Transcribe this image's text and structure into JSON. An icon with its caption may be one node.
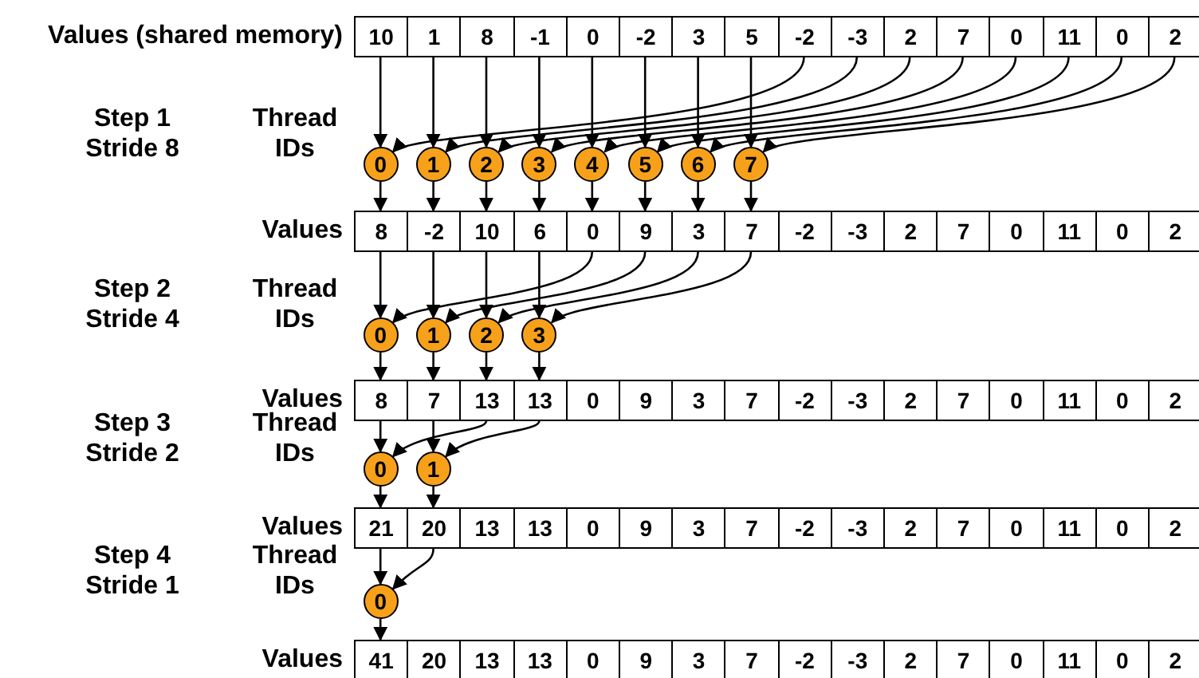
{
  "diagram": {
    "nodes": [
      {
        "text": [
          "10"
        ]
      },
      {
        "text": [
          "1"
        ]
      },
      {
        "text": [
          "8"
        ]
      },
      {
        "text": [
          "-1"
        ]
      },
      {
        "text": [
          "0"
        ]
      },
      {
        "text": [
          "-2"
        ]
      },
      {
        "text": [
          "3"
        ]
      },
      {
        "text": [
          "5"
        ]
      },
      {
        "text": [
          "-2"
        ]
      },
      {
        "text": [
          "-3"
        ]
      },
      {
        "text": [
          "2"
        ]
      },
      {
        "text": [
          "7"
        ]
      },
      {
        "text": [
          "0"
        ]
      },
      {
        "text": [
          "11"
        ]
      },
      {
        "text": [
          "0"
        ]
      },
      {
        "text": [
          "2"
        ]
      },
      {
        "text": [
          "0"
        ]
      },
      {
        "text": [
          "1"
        ]
      },
      {
        "text": [
          "2"
        ]
      },
      {
        "text": [
          "3"
        ]
      },
      {
        "text": [
          "4"
        ]
      },
      {
        "text": [
          "5"
        ]
      },
      {
        "text": [
          "6"
        ]
      },
      {
        "text": [
          "7"
        ]
      },
      {
        "text": [
          "8"
        ]
      },
      {
        "text": [
          "-2"
        ]
      },
      {
        "text": [
          "10"
        ]
      },
      {
        "text": [
          "6"
        ]
      },
      {
        "text": [
          "0"
        ]
      },
      {
        "text": [
          "9"
        ]
      },
      {
        "text": [
          "3"
        ]
      },
      {
        "text": [
          "7"
        ]
      },
      {
        "text": [
          "-2"
        ]
      },
      {
        "text": [
          "-3"
        ]
      },
      {
        "text": [
          "2"
        ]
      },
      {
        "text": [
          "7"
        ]
      },
      {
        "text": [
          "0"
        ]
      },
      {
        "text": [
          "11"
        ]
      },
      {
        "text": [
          "0"
        ]
      },
      {
        "text": [
          "2"
        ]
      },
      {
        "text": [
          "0"
        ]
      },
      {
        "text": [
          "1"
        ]
      },
      {
        "text": [
          "2"
        ]
      },
      {
        "text": [
          "3"
        ]
      },
      {
        "text": [
          "8"
        ]
      },
      {
        "text": [
          "7"
        ]
      },
      {
        "text": [
          "13"
        ]
      },
      {
        "text": [
          "13"
        ]
      },
      {
        "text": [
          "0"
        ]
      },
      {
        "text": [
          "9"
        ]
      },
      {
        "text": [
          "3"
        ]
      },
      {
        "text": [
          "7"
        ]
      },
      {
        "text": [
          "-2"
        ]
      },
      {
        "text": [
          "-3"
        ]
      },
      {
        "text": [
          "2"
        ]
      },
      {
        "text": [
          "7"
        ]
      },
      {
        "text": [
          "0"
        ]
      },
      {
        "text": [
          "11"
        ]
      },
      {
        "text": [
          "0"
        ]
      },
      {
        "text": [
          "2"
        ]
      },
      {
        "text": [
          "0"
        ]
      },
      {
        "text": [
          "1"
        ]
      },
      {
        "text": [
          "21"
        ]
      },
      {
        "text": [
          "20"
        ]
      },
      {
        "text": [
          "13"
        ]
      },
      {
        "text": [
          "13"
        ]
      },
      {
        "text": [
          "0"
        ]
      },
      {
        "text": [
          "9"
        ]
      },
      {
        "text": [
          "3"
        ]
      },
      {
        "text": [
          "7"
        ]
      },
      {
        "text": [
          "-2"
        ]
      },
      {
        "text": [
          "-3"
        ]
      },
      {
        "text": [
          "2"
        ]
      },
      {
        "text": [
          "7"
        ]
      },
      {
        "text": [
          "0"
        ]
      },
      {
        "text": [
          "11"
        ]
      },
      {
        "text": [
          "0"
        ]
      },
      {
        "text": [
          "2"
        ]
      },
      {
        "text": [
          "0"
        ]
      },
      {
        "text": [
          "41"
        ]
      },
      {
        "text": [
          "20"
        ]
      },
      {
        "text": [
          "13"
        ]
      },
      {
        "text": [
          "13"
        ]
      },
      {
        "text": [
          "0"
        ]
      },
      {
        "text": [
          "9"
        ]
      },
      {
        "text": [
          "3"
        ]
      },
      {
        "text": [
          "7"
        ]
      },
      {
        "text": [
          "-2"
        ]
      },
      {
        "text": [
          "-3"
        ]
      },
      {
        "text": [
          "2"
        ]
      },
      {
        "text": [
          "7"
        ]
      },
      {
        "text": [
          "0"
        ]
      },
      {
        "text": [
          "11"
        ]
      },
      {
        "text": [
          "0"
        ]
      },
      {
        "text": [
          "2"
        ]
      }
    ],
    "edges": [
      {
        "from": 0,
        "to": 16,
        "arrow": "to"
      },
      {
        "from": 8,
        "to": 16,
        "arrow": "to"
      },
      {
        "from": 16,
        "to": 24,
        "arrow": "to"
      },
      {
        "from": 1,
        "to": 17,
        "arrow": "to"
      },
      {
        "from": 9,
        "to": 17,
        "arrow": "to"
      },
      {
        "from": 17,
        "to": 25,
        "arrow": "to"
      },
      {
        "from": 2,
        "to": 18,
        "arrow": "to"
      },
      {
        "from": 10,
        "to": 18,
        "arrow": "to"
      },
      {
        "from": 18,
        "to": 26,
        "arrow": "to"
      },
      {
        "from": 3,
        "to": 19,
        "arrow": "to"
      },
      {
        "from": 11,
        "to": 19,
        "arrow": "to"
      },
      {
        "from": 19,
        "to": 27,
        "arrow": "to"
      },
      {
        "from": 4,
        "to": 20,
        "arrow": "to"
      },
      {
        "from": 12,
        "to": 20,
        "arrow": "to"
      },
      {
        "from": 20,
        "to": 28,
        "arrow": "to"
      },
      {
        "from": 5,
        "to": 21,
        "arrow": "to"
      },
      {
        "from": 13,
        "to": 21,
        "arrow": "to"
      },
      {
        "from": 21,
        "to": 29,
        "arrow": "to"
      },
      {
        "from": 6,
        "to": 22,
        "arrow": "to"
      },
      {
        "from": 14,
        "to": 22,
        "arrow": "to"
      },
      {
        "from": 22,
        "to": 30,
        "arrow": "to"
      },
      {
        "from": 7,
        "to": 23,
        "arrow": "to"
      },
      {
        "from": 15,
        "to": 23,
        "arrow": "to"
      },
      {
        "from": 23,
        "to": 31,
        "arrow": "to"
      },
      {
        "from": 24,
        "to": 40,
        "arrow": "to"
      },
      {
        "from": 28,
        "to": 40,
        "arrow": "to"
      },
      {
        "from": 40,
        "to": 44,
        "arrow": "to"
      },
      {
        "from": 25,
        "to": 41,
        "arrow": "to"
      },
      {
        "from": 29,
        "to": 41,
        "arrow": "to"
      },
      {
        "from": 41,
        "to": 45,
        "arrow": "to"
      },
      {
        "from": 26,
        "to": 42,
        "arrow": "to"
      },
      {
        "from": 30,
        "to": 42,
        "arrow": "to"
      },
      {
        "from": 42,
        "to": 46,
        "arrow": "to"
      },
      {
        "from": 27,
        "to": 43,
        "arrow": "to"
      },
      {
        "from": 31,
        "to": 43,
        "arrow": "to"
      },
      {
        "from": 43,
        "to": 47,
        "arrow": "to"
      },
      {
        "from": 44,
        "to": 60,
        "arrow": "to"
      },
      {
        "from": 46,
        "to": 60,
        "arrow": "to"
      },
      {
        "from": 60,
        "to": 62,
        "arrow": "to"
      },
      {
        "from": 45,
        "to": 61,
        "arrow": "to"
      },
      {
        "from": 47,
        "to": 61,
        "arrow": "to"
      },
      {
        "from": 61,
        "to": 63,
        "arrow": "to"
      },
      {
        "from": 62,
        "to": 78,
        "arrow": "to"
      },
      {
        "from": 63,
        "to": 78,
        "arrow": "to"
      },
      {
        "from": 78,
        "to": 79,
        "arrow": "to"
      }
    ],
    "labels": [
      "Values (shared memory)",
      "Step 1 Stride 8",
      "Thread IDs",
      "Values",
      "Step 2 Stride 4",
      "Thread IDs",
      "Values",
      "Step 3 Stride 2",
      "Thread IDs",
      "Values",
      "Step 4 Stride 1",
      "Thread IDs",
      "Values"
    ]
  }
}
